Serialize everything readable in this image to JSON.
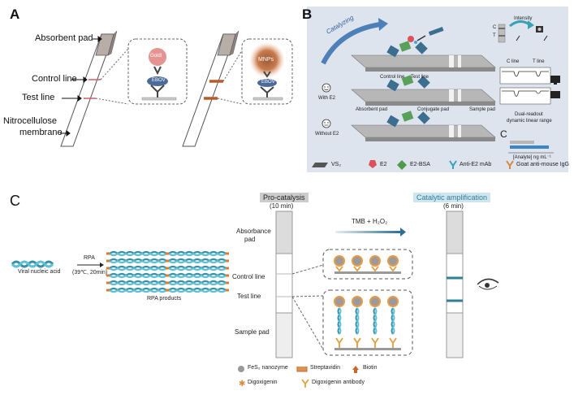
{
  "panels": {
    "a": {
      "letter": "A",
      "labels": {
        "absorbent_pad": "Absorbent pad",
        "control_line": "Control line",
        "test_line": "Test line",
        "membrane_line1": "Nitrocellulose",
        "membrane_line2": "membrane"
      },
      "left_inset": {
        "particle": "GoldI",
        "antigen": "EBOV"
      },
      "right_inset": {
        "particle": "MNPs",
        "antigen": "EBOV"
      }
    },
    "b": {
      "letter": "B",
      "catalyzing": "Catalyzing",
      "with_e2": "With E2",
      "without_e2": "Without E2",
      "strip_labels": {
        "control_line": "Control line",
        "test_line": "Test line",
        "absorbent_pad": "Absorbent pad",
        "conjugate_pad": "Conjugate pad",
        "sample_pad": "Sample pad"
      },
      "intensity": "Intensity",
      "c_mark": "C",
      "t_mark": "T",
      "c_line": "C line",
      "t_line": "T line",
      "dual_readout_1": "Dual-readout",
      "dual_readout_2": "dynamic linear range",
      "c_letter": "C",
      "axis_label": "[Analyte] ng mL⁻¹",
      "legend": [
        "VS₂",
        "E2",
        "E2-BSA",
        "Anti-E2 mAb",
        "Goat anti-mouse IgG"
      ]
    },
    "c": {
      "letter": "C",
      "viral_nucleic_acid": "Viral nucleic acid",
      "rpa": "RPA",
      "rpa_conditions": "(39℃, 20min)",
      "rpa_products": "RPA products",
      "pro_catalysis": "Pro-catalysis",
      "pro_time": "(10 min)",
      "catalytic_amplification": "Catalytic amplification",
      "cat_time": "(6 min)",
      "tmb": "TMB + H₂O₂",
      "absorbance_pad_1": "Absorbance",
      "absorbance_pad_2": "pad",
      "control_line": "Control line",
      "test_line": "Test line",
      "sample_pad": "Sample pad",
      "legend": {
        "nanozyme": "FeS₂ nanozyme",
        "streptavidin": "Streptavidin",
        "biotin": "Biotin",
        "digoxigenin": "Digoxigenin",
        "antibody": "Digoxigenin antibody"
      }
    }
  },
  "colors": {
    "strip_line": "#d05a6a",
    "strip_line_b": "#b85a2a",
    "pad": "#b9ada7",
    "catalytic_band": "#2f7f95",
    "pro_header": "#cccccc",
    "cat_header": "#cfe6f0",
    "gold": "#e59393",
    "mnp": "#b8744f",
    "antibody": "#4b6b9b"
  }
}
